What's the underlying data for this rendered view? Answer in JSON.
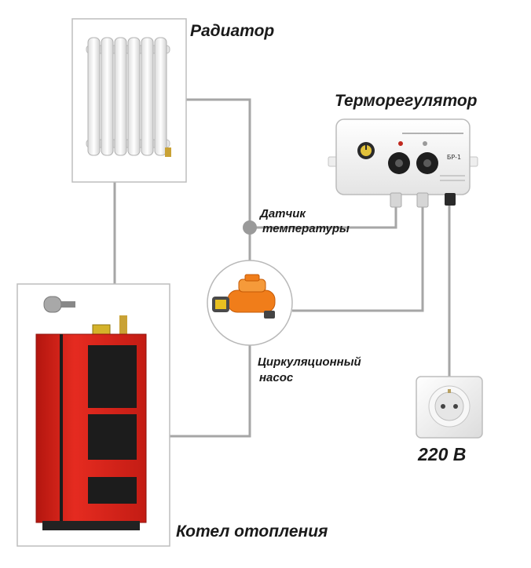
{
  "labels": {
    "radiator": "Радиатор",
    "thermostat": "Терморегулятор",
    "sensor_line1": "Датчик",
    "sensor_line2": "температуры",
    "pump_line1": "Циркуляционный",
    "pump_line2": "насос",
    "boiler": "Котел отопления",
    "voltage": "220 В"
  },
  "thermostat_device": {
    "model": "БР-1"
  },
  "colors": {
    "wire": "#a6a6a6",
    "boiler_body": "#e0261c",
    "pump_body": "#f07d1a",
    "sensor_dot": "#9a9a9a"
  }
}
